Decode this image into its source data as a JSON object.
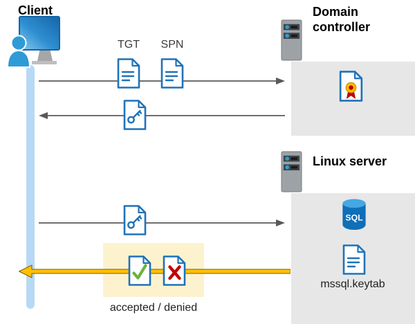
{
  "nodes": {
    "client": {
      "label": "Client"
    },
    "domain_controller": {
      "label": "Domain controller"
    },
    "linux_server": {
      "label": "Linux server"
    }
  },
  "labels": {
    "tgt": "TGT",
    "spn": "SPN",
    "sql": "SQL",
    "keytab": "mssql.keytab",
    "result": "accepted / denied"
  },
  "icons": {
    "client": "monitor-with-user-icon",
    "domain_controller": "server-tower-icon",
    "linux_server": "server-tower-icon",
    "tgt": "document-icon",
    "spn": "document-icon",
    "service_ticket": "key-document-icon",
    "certificate": "certificate-document-icon",
    "sql_database": "sql-database-cylinder-icon",
    "keytab_file": "document-icon",
    "accepted": "check-document-icon",
    "denied": "cross-document-icon"
  },
  "colors": {
    "document_blue": "#1F72B8",
    "lifeline_blue": "#B7D9F5",
    "panel_gray": "#E7E7E7",
    "highlight_yellow": "#FCF3CE",
    "arrow_gray": "#595959",
    "arrow_yellow": "#FFC000",
    "accepted_green": "#6CB33E",
    "denied_red": "#C00000",
    "sql_blue": "#0F6FB7"
  }
}
